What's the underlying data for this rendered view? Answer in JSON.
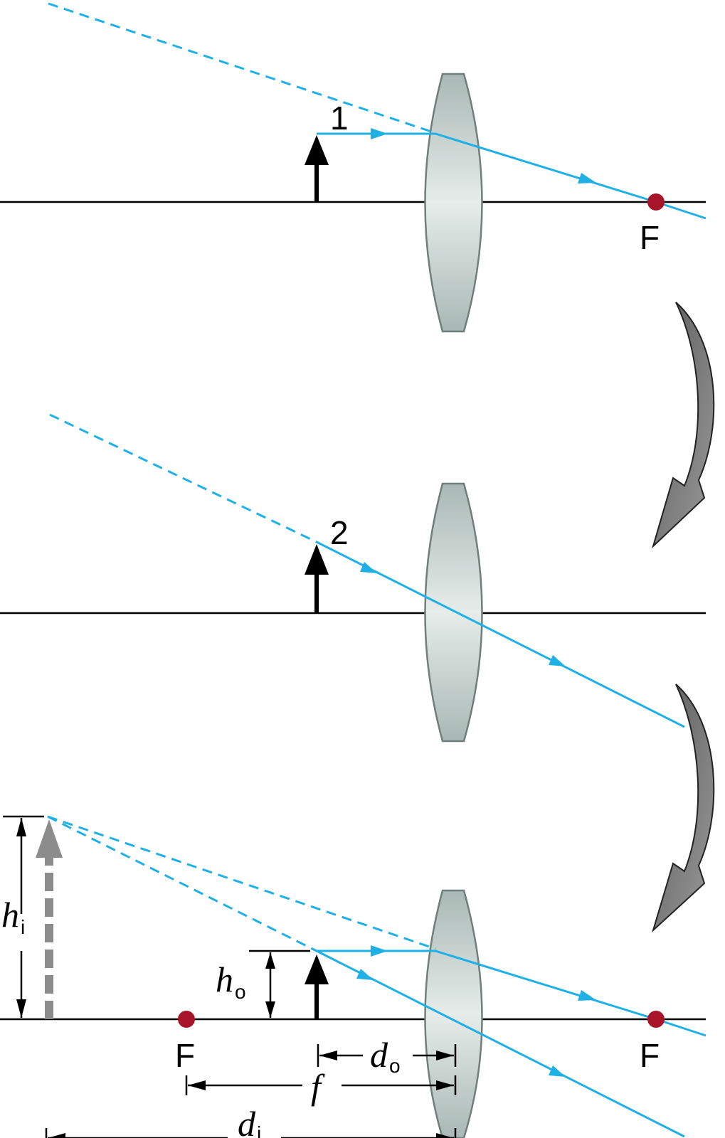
{
  "panels": {
    "panel1": {
      "ray_label": "1",
      "focal_label": "F"
    },
    "panel2": {
      "ray_label": "2"
    },
    "panel3": {
      "focal_left_label": "F",
      "focal_right_label": "F",
      "hi_main": "h",
      "hi_sub": "i",
      "ho_main": "h",
      "ho_sub": "o",
      "do_main": "d",
      "do_sub": "o",
      "f_label": "f",
      "di_main": "d",
      "di_sub": "i"
    }
  },
  "colors": {
    "ray": "#1fb0e6",
    "focal_point": "#a8142a",
    "lens": "#b9c6c2",
    "transition_arrow": "#7a7a7a"
  }
}
